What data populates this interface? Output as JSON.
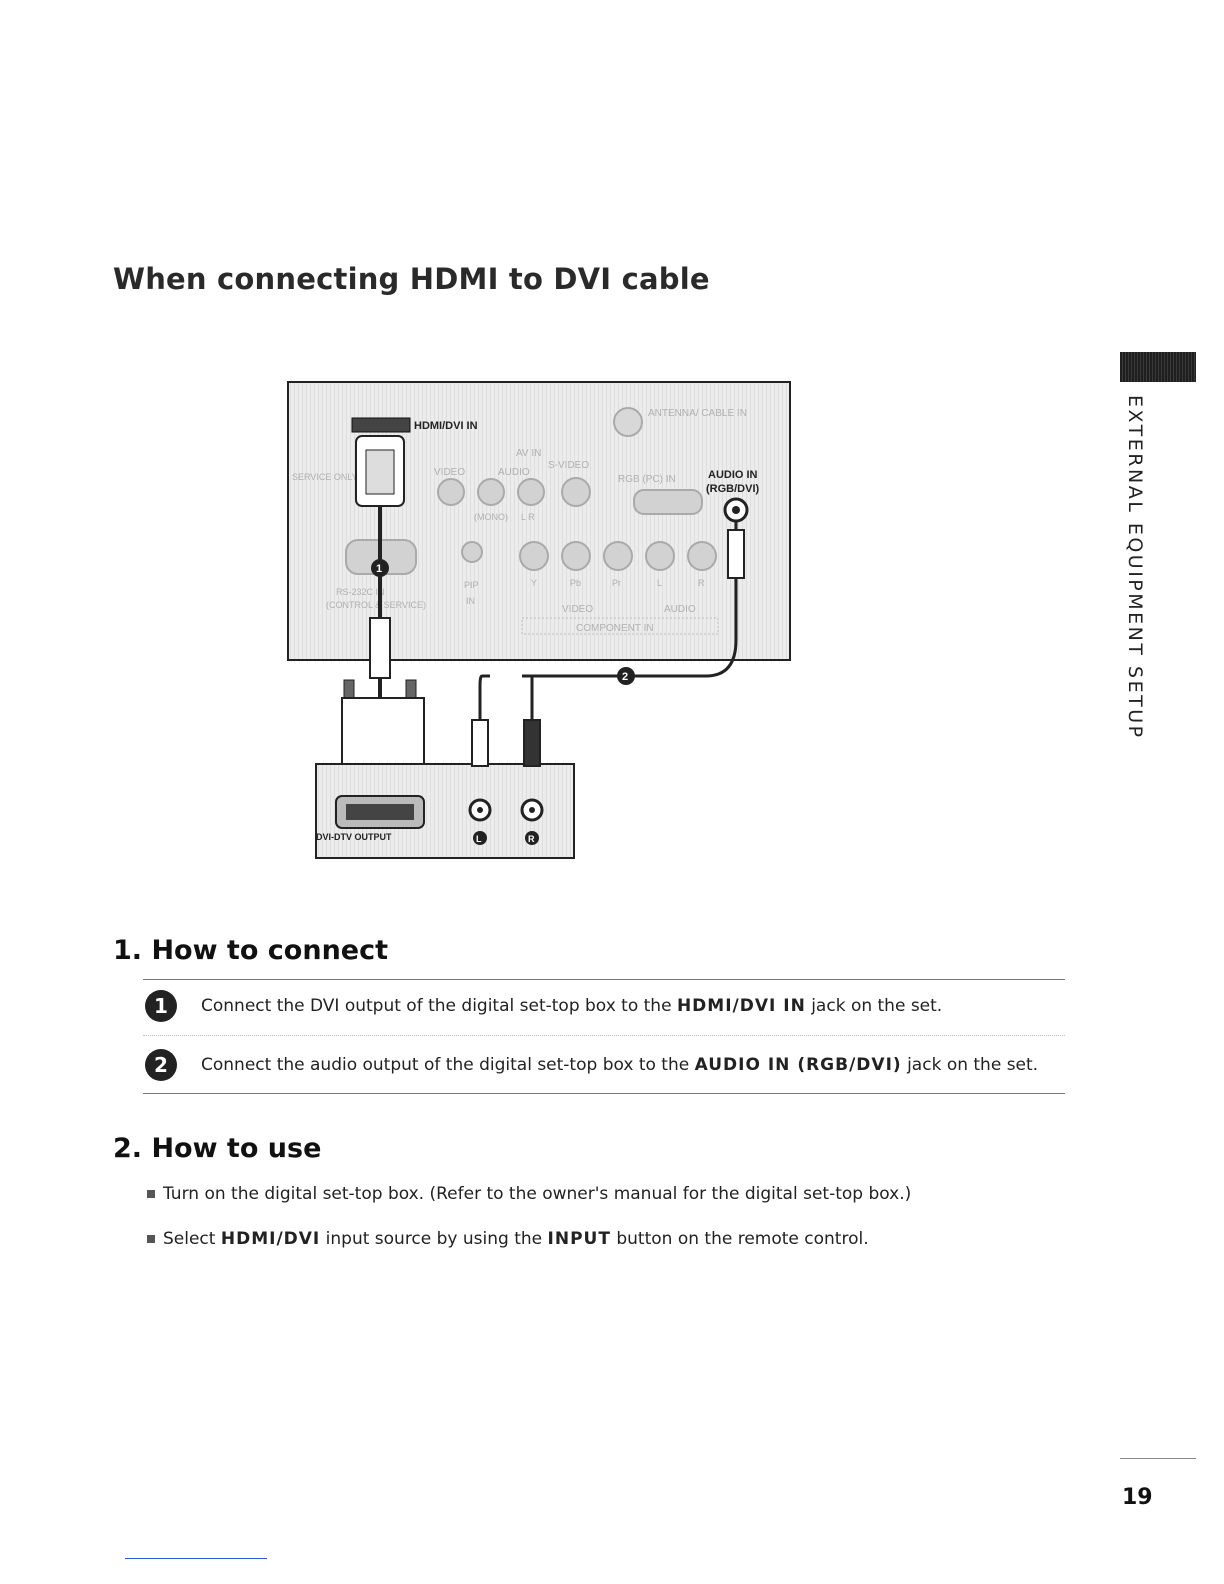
{
  "page_title": "When connecting HDMI to DVI cable",
  "side_tab": {
    "label": "EXTERNAL EQUIPMENT SETUP"
  },
  "figure": {
    "tv_labels": {
      "hdmi_dvi_in": "HDMI/DVI IN",
      "antenna_cable_in": "ANTENNA/ CABLE IN",
      "av_in": "AV IN",
      "video": "VIDEO",
      "audio": "AUDIO",
      "s_video": "S-VIDEO",
      "mono": "(MONO)",
      "l_r": "L    R",
      "rgb_pc_in": "RGB (PC) IN",
      "audio_in_line1": "AUDIO IN",
      "audio_in_line2": "(RGB/DVI)",
      "service_only": "SERVICE ONLY",
      "rs232c_in": "RS-232C IN",
      "control_service": "(CONTROL & SERVICE)",
      "pip": "PIP",
      "in": "IN",
      "component_video": "VIDEO",
      "component_audio": "AUDIO",
      "component_in": "COMPONENT IN",
      "y": "Y",
      "pb": "Pb",
      "pr": "Pr",
      "l": "L",
      "r": "R"
    },
    "stb_labels": {
      "dvi_dtv_output": "DVI-DTV OUTPUT",
      "left_jack": "L",
      "right_jack": "R"
    },
    "callouts": [
      "1",
      "2"
    ]
  },
  "how_to_connect": {
    "heading": "1. How to connect",
    "steps": [
      {
        "number": "1",
        "text_before": "Connect the DVI output of the digital set-top box to the",
        "emphasis": "HDMI/DVI IN",
        "text_after": "jack on the set."
      },
      {
        "number": "2",
        "text_before": "Connect the audio output of the digital set-top box to the",
        "emphasis": "AUDIO IN (RGB/DVI)",
        "text_after": "jack on the set."
      }
    ]
  },
  "how_to_use": {
    "heading": "2. How to use",
    "bullet1": "Turn on the digital set-top box. (Refer to the owner's manual for the digital set-top box.)",
    "bullet2": {
      "prefix": "Select",
      "emphasis1": "HDMI/DVI",
      "middle": "input source by using the",
      "emphasis2": "INPUT",
      "suffix": "button on the remote control."
    }
  },
  "page_number": "19",
  "colors": {
    "text": "#1a1a1a",
    "panel_fill": "#e6e6e6",
    "panel_stroke": "#222222",
    "footer_link": "#2b5bd6"
  }
}
